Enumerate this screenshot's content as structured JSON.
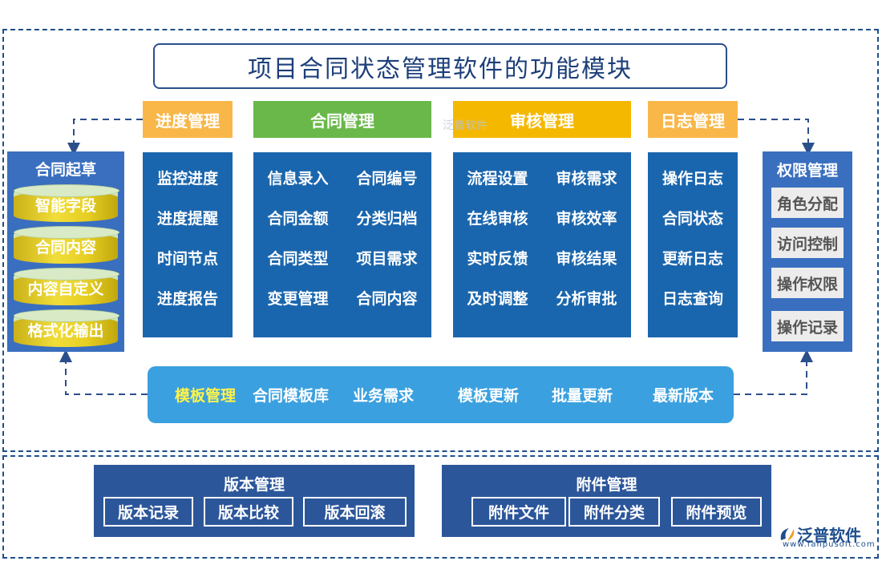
{
  "title": "项目合同状态管理软件的功能模块",
  "colors": {
    "progress_header": "#f9b74a",
    "contract_header": "#6ab84a",
    "audit_header": "#f5b800",
    "log_header": "#f9b74a",
    "panel": "#1a66ae",
    "side": "#3a6fbf",
    "template": "#3ba0df",
    "bottom": "#2c569a"
  },
  "progress": {
    "header": "进度管理",
    "items": [
      "监控进度",
      "进度提醒",
      "时间节点",
      "进度报告"
    ]
  },
  "contract": {
    "header": "合同管理",
    "rows": [
      [
        "信息录入",
        "合同编号"
      ],
      [
        "合同金额",
        "分类归档"
      ],
      [
        "合同类型",
        "项目需求"
      ],
      [
        "变更管理",
        "合同内容"
      ]
    ]
  },
  "audit": {
    "header": "审核管理",
    "rows": [
      [
        "流程设置",
        "审核需求"
      ],
      [
        "在线审核",
        "审核效率"
      ],
      [
        "实时反馈",
        "审核结果"
      ],
      [
        "及时调整",
        "分析审批"
      ]
    ]
  },
  "log": {
    "header": "日志管理",
    "items": [
      "操作日志",
      "合同状态",
      "更新日志",
      "日志查询"
    ]
  },
  "draft": {
    "title": "合同起草",
    "items": [
      "智能字段",
      "合同内容",
      "内容自定义",
      "格式化输出"
    ]
  },
  "permission": {
    "title": "权限管理",
    "items": [
      "角色分配",
      "访问控制",
      "操作权限",
      "操作记录"
    ]
  },
  "template": {
    "title": "模板管理",
    "items": [
      "合同模板库",
      "业务需求",
      "模板更新",
      "批量更新",
      "最新版本"
    ]
  },
  "version": {
    "title": "版本管理",
    "items": [
      "版本记录",
      "版本比较",
      "版本回滚"
    ]
  },
  "attachment": {
    "title": "附件管理",
    "items": [
      "附件文件",
      "附件分类",
      "附件预览"
    ]
  },
  "watermark": "泛普软件",
  "logo": {
    "name": "泛普软件",
    "url": "www.fanpusoft.com"
  }
}
